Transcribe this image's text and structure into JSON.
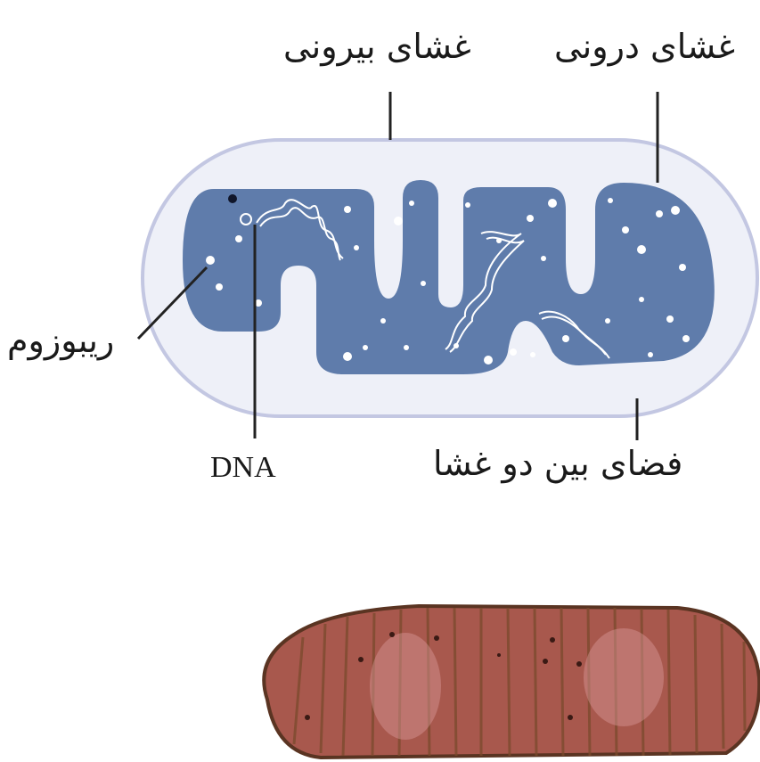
{
  "labels": {
    "outer_membrane": "غشای بیرونی",
    "inner_membrane": "غشای درونی",
    "ribosome": "ریبوزوم",
    "dna": "DNA",
    "intermembrane_space": "فضای بین دو غشا"
  },
  "colors": {
    "outer_fill": "#eef0f8",
    "outer_stroke": "#c3c7e2",
    "matrix": "#5f7cab",
    "ribosome_dot": "#ffffff",
    "leader_line": "#222222",
    "micrograph_base": "#a8584d",
    "micrograph_cristae": "#7a4a2c"
  }
}
